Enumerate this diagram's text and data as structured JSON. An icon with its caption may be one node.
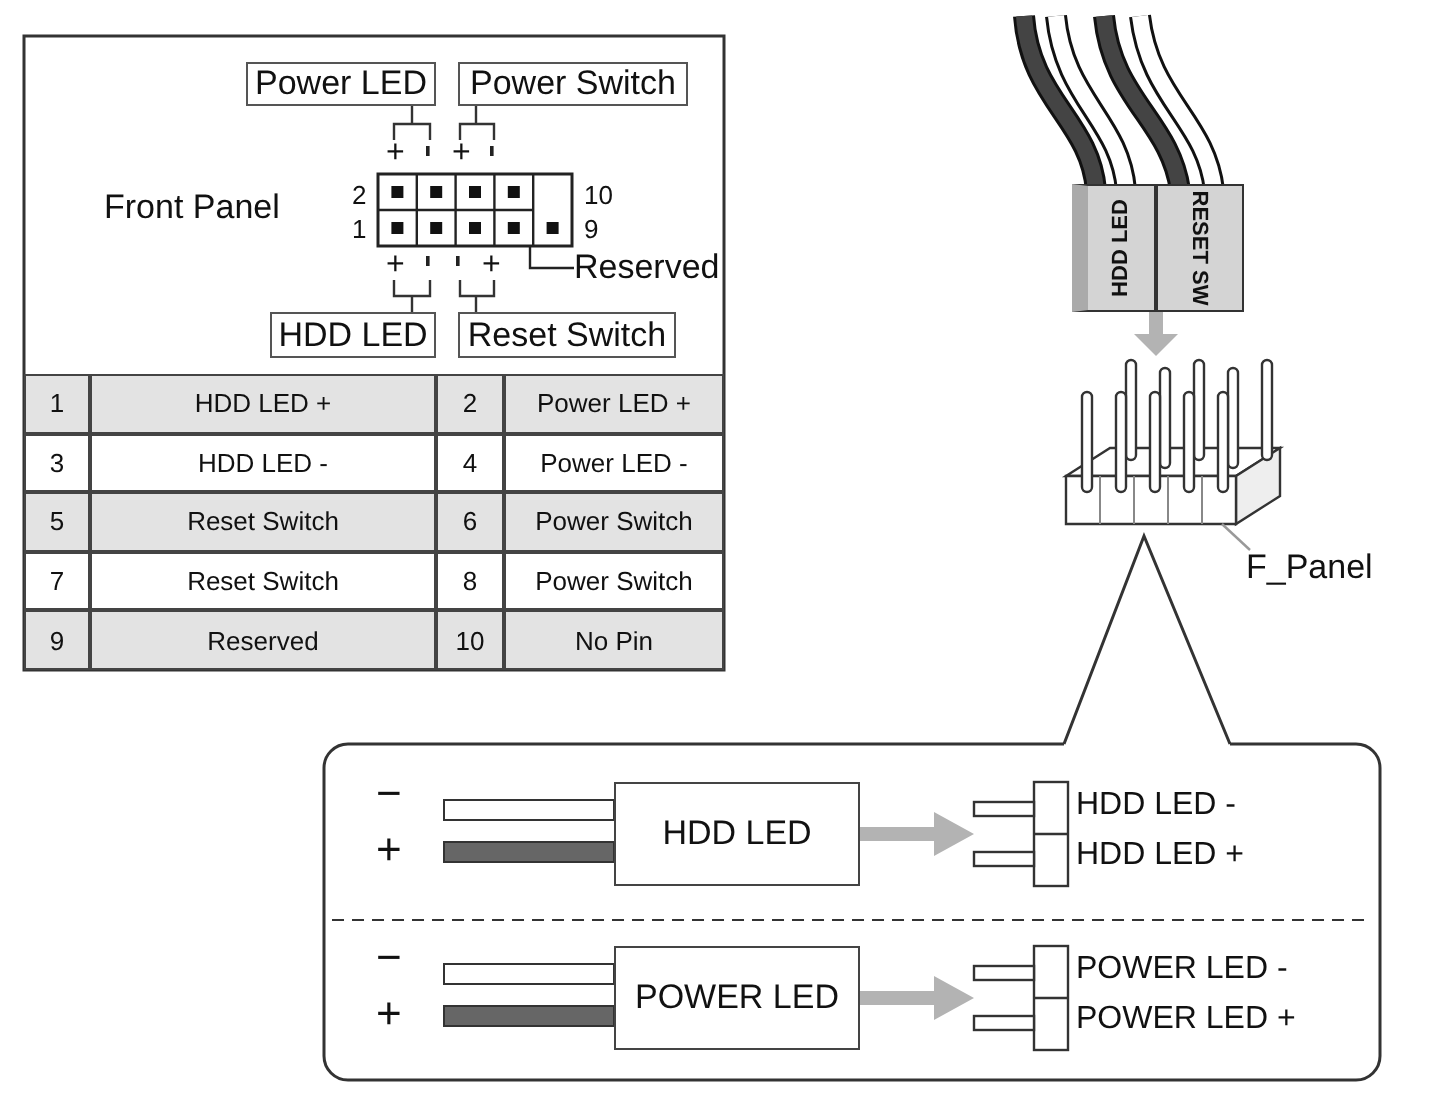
{
  "diagram": {
    "nodes": [
      {
        "text": [
          "Power LED"
        ]
      },
      {
        "text": [
          "Power Switch"
        ]
      },
      {
        "text": [],
        "shape": "box",
        "beside": [
          "2",
          "10",
          "1",
          "9"
        ]
      },
      {
        "text": [
          "Reserved"
        ]
      },
      {
        "text": [
          "HDD LED"
        ]
      },
      {
        "text": [
          "Reset Switch"
        ]
      },
      {
        "text": [
          "HDD LED"
        ]
      },
      {
        "text": [
          "RESET SW"
        ]
      },
      {
        "text": [],
        "shape": "picture"
      },
      {
        "text": [
          "F_Panel"
        ]
      },
      {
        "text": [],
        "shape": "box"
      },
      {
        "text": [
          "HDD LED"
        ],
        "in": 10
      },
      {
        "text": [],
        "shape": "box",
        "in": 10,
        "beside": [
          "HDD LED -",
          "HDD LED +"
        ]
      },
      {
        "text": [
          "POWER LED"
        ],
        "in": 10
      },
      {
        "text": [],
        "shape": "box",
        "in": 10,
        "beside": [
          "POWER LED -",
          "POWER LED +"
        ]
      }
    ],
    "edges": [
      {
        "from": 3,
        "to": 2,
        "arrow": "none",
        "color": "#222222"
      },
      {
        "from": 6,
        "to": 8,
        "arrow": "to",
        "style": "thick",
        "color": "#b3b3b3"
      },
      {
        "from": 9,
        "to": 8,
        "arrow": "none",
        "color": "#999999"
      },
      {
        "from": 11,
        "to": 12,
        "arrow": "to",
        "style": "thick",
        "color": "#b3b3b3"
      },
      {
        "from": 13,
        "to": 14,
        "arrow": "to",
        "style": "thick",
        "color": "#b3b3b3"
      }
    ],
    "labels": [
      "Front Panel",
      "+",
      "+",
      "+",
      "+",
      "1",
      "HDD LED +",
      "2",
      "Power LED +",
      "3",
      "HDD LED -",
      "4",
      "Power LED -",
      "5",
      "Reset Switch",
      "6",
      "Power Switch",
      "7",
      "Reset Switch",
      "8",
      "Power Switch",
      "9",
      "Reserved",
      "10",
      "No Pin",
      "−",
      "+",
      "−",
      "+"
    ]
  }
}
